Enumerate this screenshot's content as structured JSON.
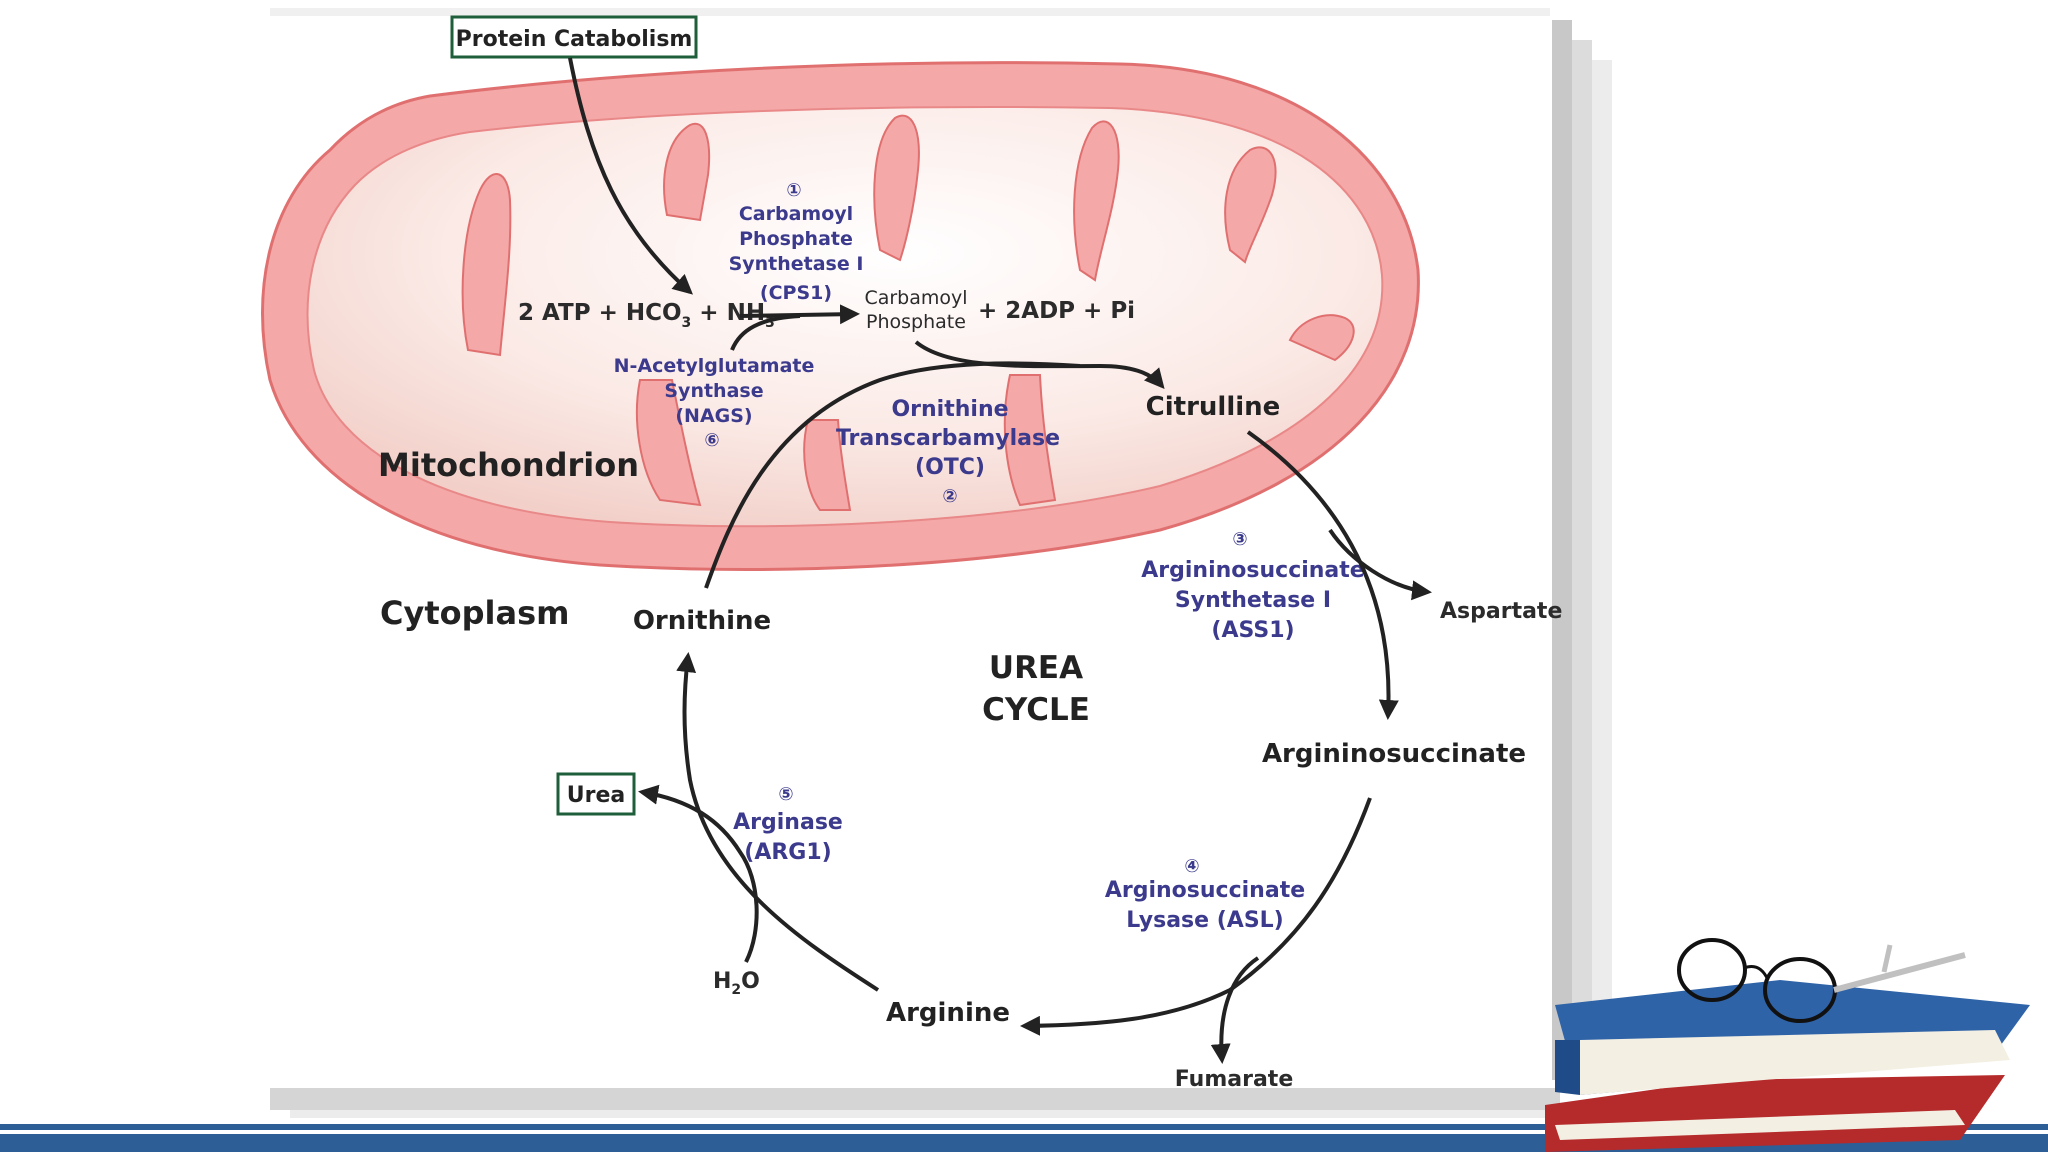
{
  "colors": {
    "enzyme": "#3b3a8c",
    "mitochondrion_fill": "#f4a8a8",
    "mitochondrion_edge": "#e07070",
    "box_border": "#1e5e3a",
    "footer_blue": "#2d5f96"
  },
  "boxes": {
    "protein_catabolism": "Protein Catabolism",
    "urea": "Urea"
  },
  "compartments": {
    "mitochondrion": "Mitochondrion",
    "cytoplasm": "Cytoplasm"
  },
  "center_title": {
    "line1": "UREA",
    "line2": "CYCLE"
  },
  "reactants": {
    "part1": "2 ATP + HCO",
    "sub1": "3",
    "part2": " + NH",
    "sub2": "3"
  },
  "products": {
    "carbamoyl_line1": "Carbamoyl",
    "carbamoyl_line2": "Phosphate",
    "rest": "+ 2ADP + Pi"
  },
  "metabolites": {
    "citrulline": "Citrulline",
    "aspartate": "Aspartate",
    "argininosuccinate": "Argininosuccinate",
    "fumarate": "Fumarate",
    "arginine": "Arginine",
    "ornithine": "Ornithine",
    "water_h": "H",
    "water_sub": "2",
    "water_o": "O"
  },
  "enzymes": {
    "cps1": {
      "number": "①",
      "line1": "Carbamoyl",
      "line2": "Phosphate",
      "line3": "Synthetase I",
      "line4": "(CPS1)"
    },
    "nags": {
      "number": "⑥",
      "line1": "N-Acetylglutamate",
      "line2": "Synthase",
      "line3": "(NAGS)"
    },
    "otc": {
      "number": "②",
      "line1": "Ornithine",
      "line2": "Transcarbamylase",
      "line3": "(OTC)"
    },
    "ass1": {
      "number": "③",
      "line1": "Argininosuccinate",
      "line2": "Synthetase I",
      "line3": "(ASS1)"
    },
    "asl": {
      "number": "④",
      "line1": "Arginosuccinate",
      "line2": "Lysase (ASL)"
    },
    "arg1": {
      "number": "⑤",
      "line1": "Arginase",
      "line2": "(ARG1)"
    }
  }
}
